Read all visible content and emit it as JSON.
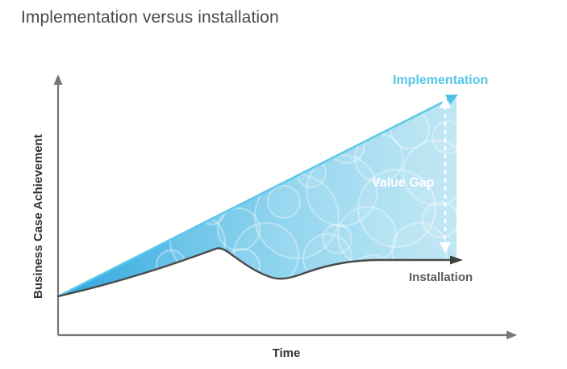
{
  "page": {
    "title": "Implementation versus installation",
    "background_color": "#fffffe"
  },
  "chart_data": {
    "type": "area",
    "title": "Implementation versus installation",
    "xlabel": "Time",
    "ylabel": "Business Case Achievement",
    "grid": false,
    "axis_ranges": {
      "x": [
        0,
        100
      ],
      "y": [
        0,
        100
      ]
    },
    "annotations": [
      {
        "name": "value-gap",
        "text": "Value Gap",
        "color": "#ffffff",
        "style": "white dashed double-headed vertical arrow between the two curves at the right edge"
      }
    ],
    "legend_position": "inline-at-curve-ends",
    "series": [
      {
        "name": "Implementation",
        "label": "Implementation",
        "color": "#54c6ea",
        "description": "straight rising line from origin to top right",
        "x": [
          0,
          10,
          20,
          30,
          40,
          50,
          60,
          70,
          80,
          90,
          100
        ],
        "y": [
          3,
          12,
          21,
          30,
          39,
          48,
          57,
          66,
          75,
          84,
          93
        ]
      },
      {
        "name": "Installation",
        "label": "Installation",
        "color": "#4a4a4a",
        "description": "S-curve that rises, dips, then flattens well below the implementation line",
        "x": [
          0,
          10,
          20,
          30,
          40,
          50,
          60,
          70,
          80,
          90,
          100
        ],
        "y": [
          3,
          8,
          13,
          19,
          22,
          17,
          12,
          13,
          16,
          17,
          17
        ]
      }
    ],
    "fill": {
      "name": "value-gap-area",
      "description": "Area between the two curves filled with a left-to-right blue gradient plus faint circle/bubble texture",
      "gradient_from": "#34a7dd",
      "gradient_to": "#b9e2f0"
    }
  },
  "labels": {
    "y_axis": "Business Case Achievement",
    "x_axis": "Time",
    "implementation": "Implementation",
    "installation": "Installation",
    "value_gap": "Value Gap"
  },
  "colors": {
    "accent_blue": "#54c6ea",
    "deep_blue": "#34a7dd",
    "pale_blue": "#b9e2f0",
    "axis_gray": "#777777",
    "curve_gray": "#4a4a4a",
    "title_gray": "#4a4a4a",
    "label_gray": "#5c5c5c",
    "white": "#ffffff"
  }
}
